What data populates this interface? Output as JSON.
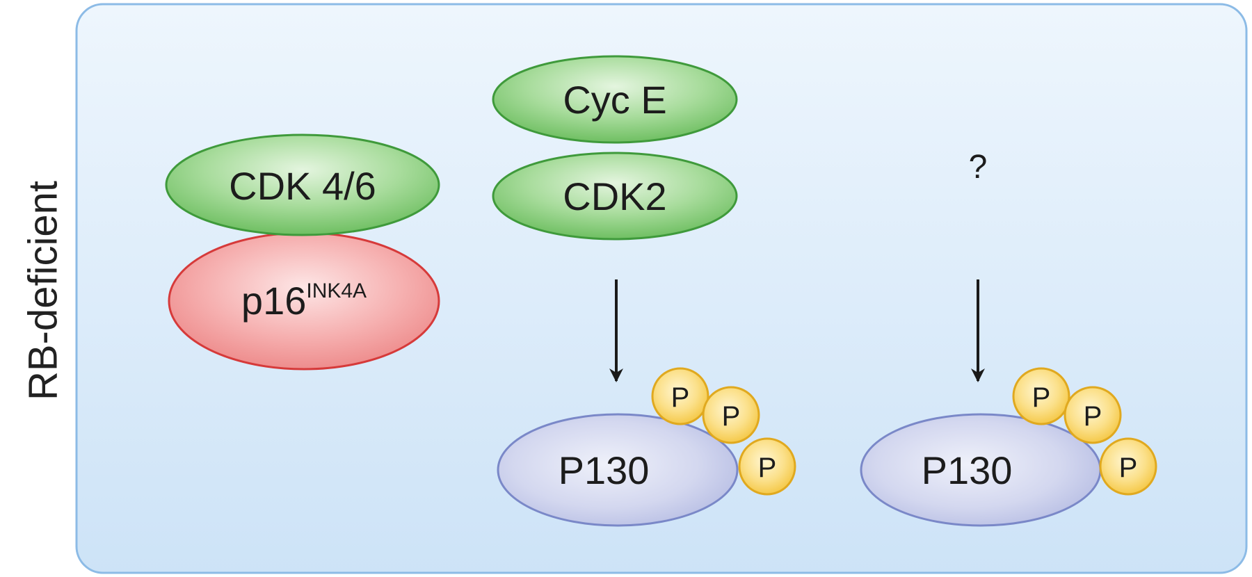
{
  "side_label": "RB-deficient",
  "proteins": {
    "cdk46": "CDK 4/6",
    "p16": {
      "base": "p16",
      "sup": "INK4A"
    },
    "cyce": "Cyc E",
    "cdk2": "CDK2",
    "unknown": "?",
    "p130_left": "P130",
    "p130_right": "P130"
  },
  "phospho": {
    "left": [
      "P",
      "P",
      "P"
    ],
    "right": [
      "P",
      "P",
      "P"
    ]
  },
  "colors": {
    "panel_fill_top": "#edf5fd",
    "panel_fill_bottom": "#cfe4f8",
    "panel_stroke": "#8cbbe6",
    "green_fill": "#8fce82",
    "green_stroke": "#3f9a3b",
    "red_fill": "#f3a1a1",
    "red_stroke": "#d63a3a",
    "purple_fill": "#c4c9ea",
    "purple_stroke": "#7a88c8",
    "phospho_fill": "#f8d56a",
    "phospho_stroke": "#e0a91f"
  }
}
